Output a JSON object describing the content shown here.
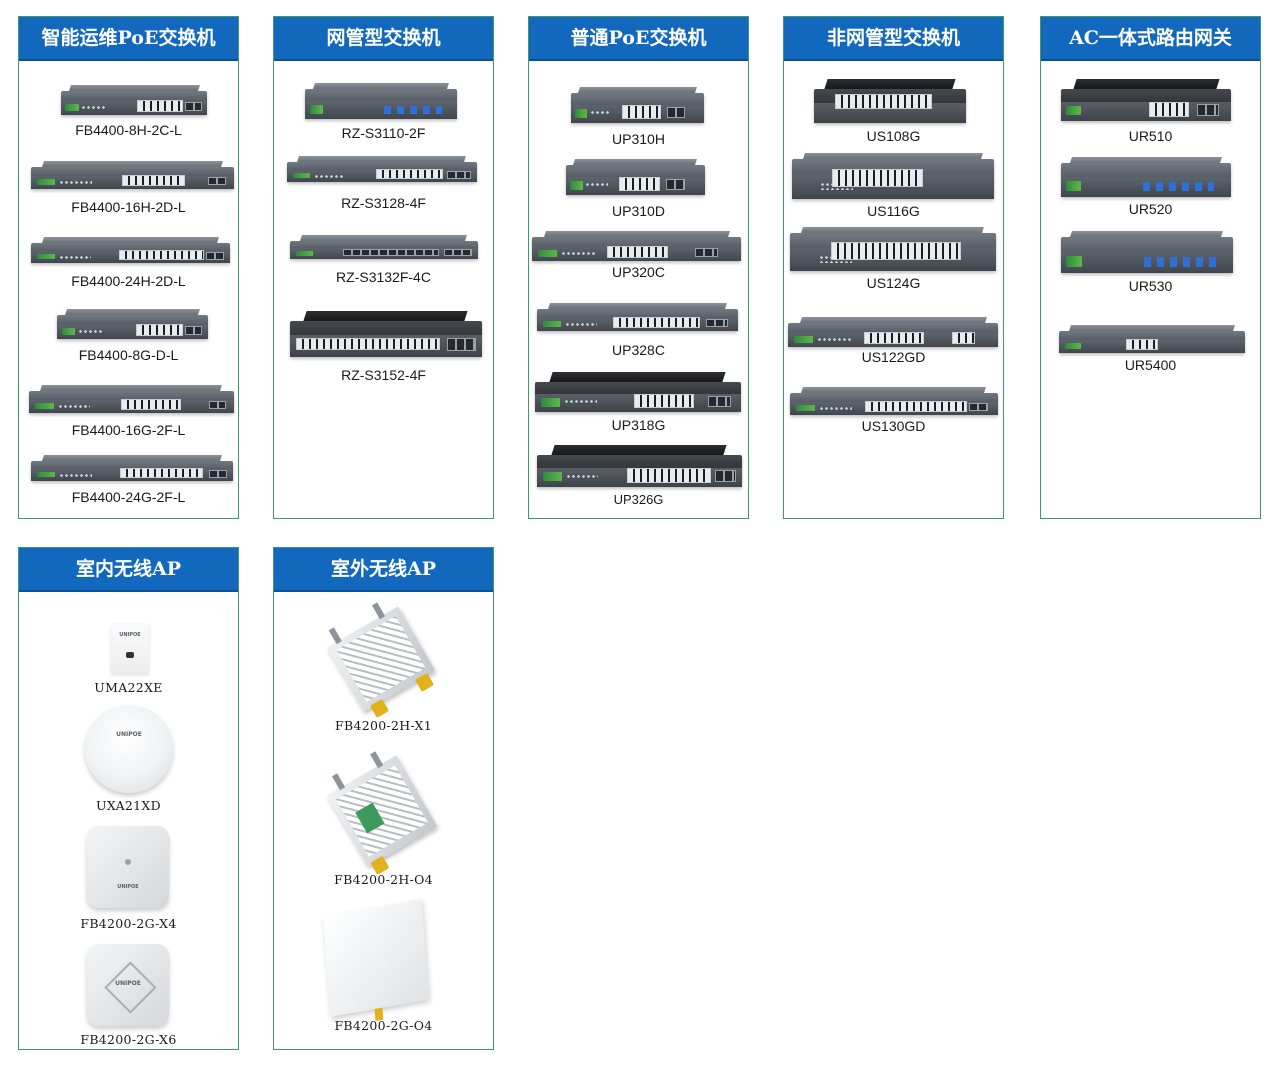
{
  "panels": [
    {
      "title": "智能运维PoE交换机",
      "items": [
        "FB4400-8H-2C-L",
        "FB4400-16H-2D-L",
        "FB4400-24H-2D-L",
        "FB4400-8G-D-L",
        "FB4400-16G-2F-L",
        "FB4400-24G-2F-L"
      ]
    },
    {
      "title": "网管型交换机",
      "items": [
        "RZ-S3110-2F",
        "RZ-S3128-4F",
        "RZ-S3132F-4C",
        "RZ-S3152-4F"
      ]
    },
    {
      "title": "普通PoE交换机",
      "items": [
        "UP310H",
        "UP310D",
        "UP320C",
        "UP328C",
        "UP318G",
        "UP326G"
      ]
    },
    {
      "title": "非网管型交换机",
      "items": [
        "US108G",
        "US116G",
        "US124G",
        "US122GD",
        "US130GD"
      ]
    },
    {
      "title": "AC一体式路由网关",
      "items": [
        "UR510",
        "UR520",
        "UR530",
        "UR5400"
      ]
    },
    {
      "title": "室内无线AP",
      "items": [
        "UMA22XE",
        "UXA21XD",
        "FB4200-2G-X4",
        "FB4200-2G-X6"
      ]
    },
    {
      "title": "室外无线AP",
      "items": [
        "FB4200-2H-X1",
        "FB4200-2H-O4",
        "FB4200-2G-O4"
      ]
    }
  ],
  "colors": {
    "header_bg": "#1268bd",
    "header_text": "#ffffff",
    "panel_border": "#3e9a6c"
  },
  "brand_marks": {
    "device_logo": "UNIPOE"
  }
}
